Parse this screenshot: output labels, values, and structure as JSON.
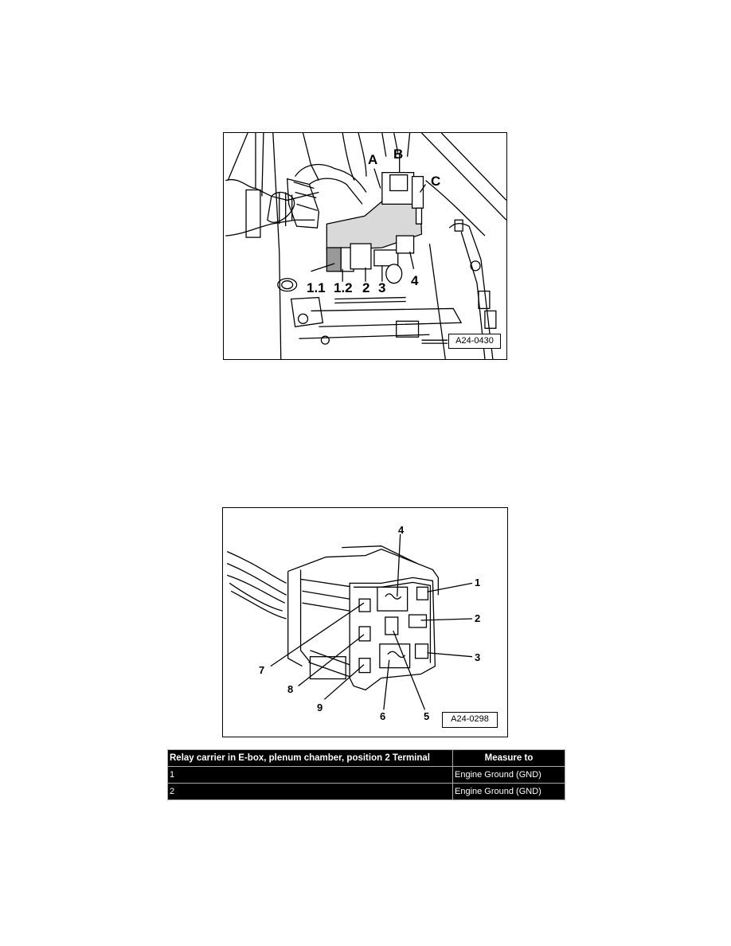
{
  "figures": [
    {
      "id": "A24-0430",
      "callouts": {
        "A": "A",
        "B": "B",
        "C": "C",
        "n1_1": "1.1",
        "n1_2": "1.2",
        "n2": "2",
        "n3": "3",
        "n4": "4"
      }
    },
    {
      "id": "A24-0298",
      "callouts": {
        "n1": "1",
        "n2": "2",
        "n3": "3",
        "n4": "4",
        "n5": "5",
        "n6": "6",
        "n7": "7",
        "n8": "8",
        "n9": "9"
      }
    }
  ],
  "table": {
    "headers": [
      "Relay carrier in E-box, plenum chamber, position 2 Terminal",
      "Measure to"
    ],
    "rows": [
      [
        "1",
        "Engine Ground (GND)"
      ],
      [
        "2",
        "Engine Ground (GND)"
      ]
    ],
    "colors": {
      "background": "#000000",
      "text": "#ffffff",
      "border": "#aaaaaa"
    }
  }
}
